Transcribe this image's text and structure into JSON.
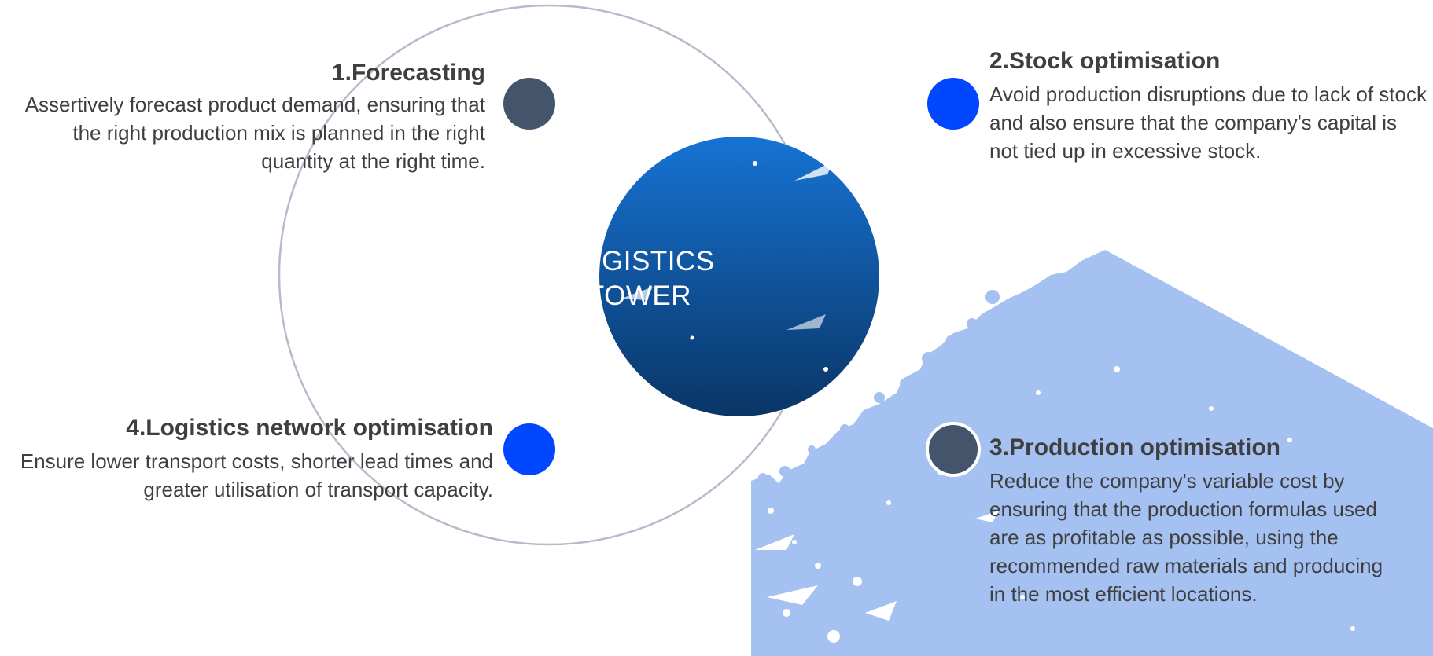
{
  "center": {
    "line1": "LOGISTICS",
    "line2": "TOWER"
  },
  "steps": [
    {
      "title": "1.Forecasting",
      "body": "Assertively forecast product demand, ensuring that the right production mix is planned in the right quantity at the right time."
    },
    {
      "title": "2.Stock optimisation",
      "body": "Avoid production disruptions due to lack of stock and also ensure that the company's capital is not tied up in excessive stock."
    },
    {
      "title": "3.Production optimisation",
      "body": "Reduce the company's variable cost by ensuring that the production formulas used are as profitable as possible, using the recommended raw materials and producing in the most efficient locations."
    },
    {
      "title": "4.Logistics network optimisation",
      "body": "Ensure lower transport costs, shorter lead times and greater utilisation of transport capacity."
    }
  ],
  "colors": {
    "ring": "#b4bccb",
    "dot_dark": "#44546a",
    "dot_blue": "#0047ff",
    "splash": "#a4c1f2",
    "sphere_top": "#1673d4",
    "sphere_bottom": "#0a3566",
    "text": "#3f3f3f"
  }
}
